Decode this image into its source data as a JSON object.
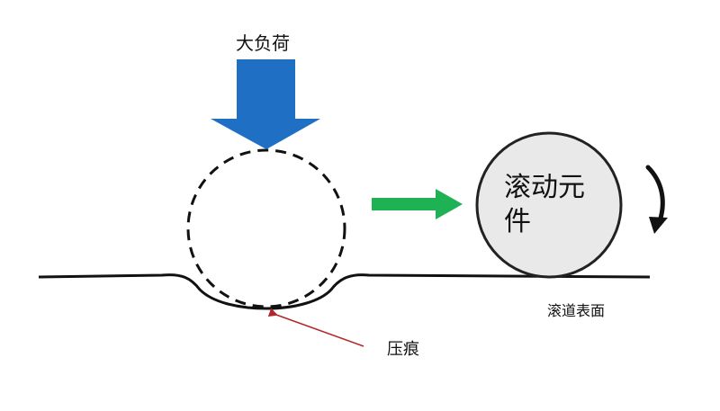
{
  "diagram": {
    "labels": {
      "heavy_load": "大负荷",
      "rolling_element": "滚动元件",
      "raceway_surface": "滚道表面",
      "indentation": "压痕"
    },
    "colors": {
      "load_arrow": "#1f6fc4",
      "motion_arrow": "#1fb254",
      "pointer_arrow": "#b3262a",
      "line": "#111111",
      "rolling_element_fill": "#e9e9e9"
    },
    "icons": {
      "load_arrow": "down-arrow-icon",
      "motion_arrow": "right-arrow-icon",
      "rotation_arrow": "rotation-arrow-icon",
      "pointer_arrow": "pointer-arrow-icon"
    }
  }
}
